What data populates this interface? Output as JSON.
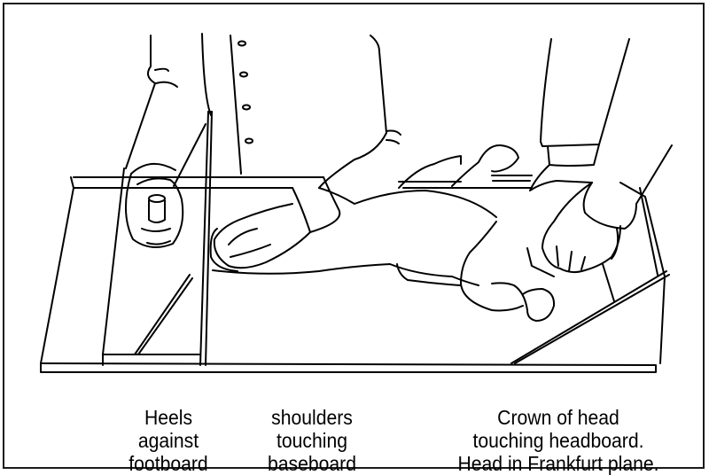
{
  "diagram": {
    "subject": "Recumbent length measurement of an infant on a length board",
    "colors": {
      "line": "#000000",
      "background": "#ffffff",
      "border": "#1a1a1a"
    },
    "parts": [
      "footboard",
      "baseboard",
      "headboard",
      "infant",
      "measurer-left-hand",
      "measurer-right-hand",
      "assistant-hand-on-head"
    ]
  },
  "captions": {
    "heels": {
      "line1": "Heels",
      "line2": "against",
      "line3": "footboard"
    },
    "shoulders": {
      "line1": "shoulders",
      "line2": "touching",
      "line3": "baseboard"
    },
    "crown": {
      "line1": "Crown of head",
      "line2": "touching headboard.",
      "line3": "Head in Frankfurt plane."
    }
  }
}
